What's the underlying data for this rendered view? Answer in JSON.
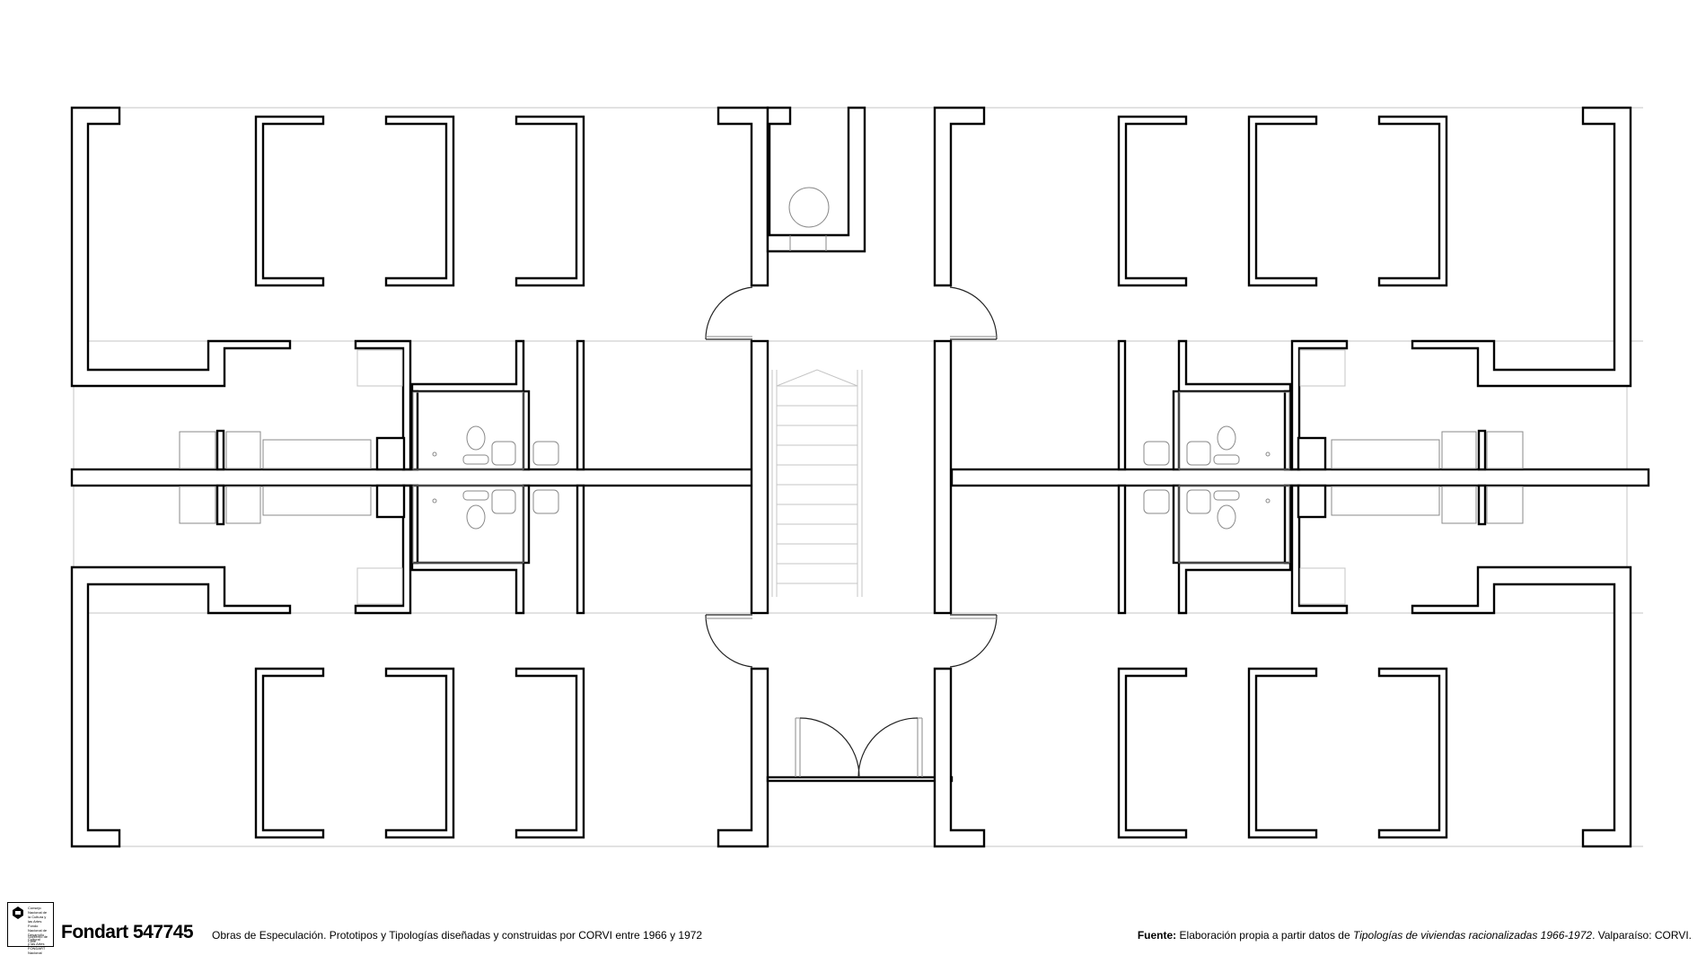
{
  "footer": {
    "logo": {
      "institution_lines": [
        "Consejo",
        "Nacional de",
        "la Cultura y",
        "las Artes"
      ],
      "fund_lines": [
        "Fondo Nacional de",
        "Desarrollo Cultural",
        "y las Artes",
        "FONDART Nacional"
      ],
      "government": "Gobierno de Chile"
    },
    "brand": "Fondart 547745",
    "project_title": "Obras de Especulación. Prototipos y Tipologías diseñadas y construidas por CORVI entre 1966 y 1972",
    "source": {
      "label": "Fuente:",
      "text": " Elaboración propia a partir datos de ",
      "book": "Tipologías de viviendas racionalizadas 1966-1972",
      "suffix": ". Valparaíso: CORVI."
    }
  }
}
